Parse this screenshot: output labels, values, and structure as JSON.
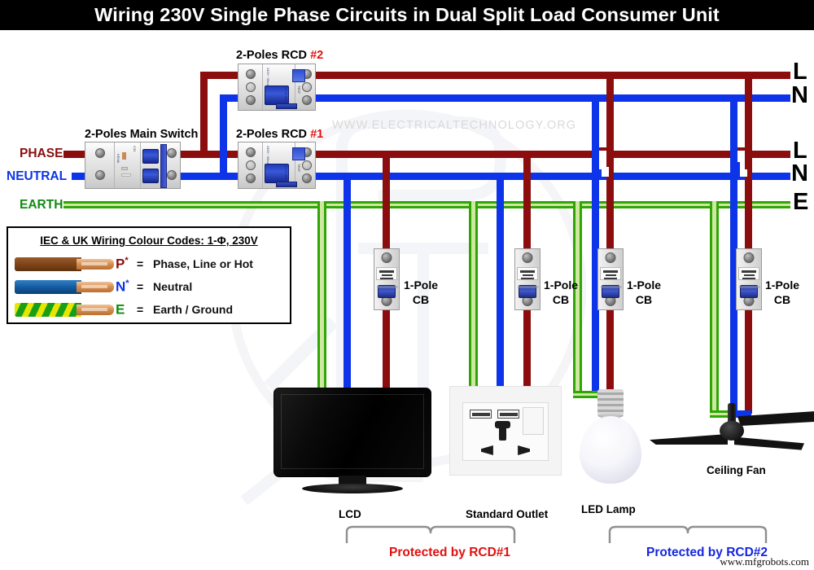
{
  "title": "Wiring 230V Single Phase Circuits in Dual Split Load Consumer Unit",
  "watermark": {
    "site": "WWW.ELECTRICALTECHNOLOGY.ORG",
    "credit": "www.mfgrobots.com"
  },
  "supply_labels": {
    "phase": "PHASE",
    "neutral": "NEUTRAL",
    "earth": "EARTH"
  },
  "rail_labels": {
    "top": [
      "L",
      "N"
    ],
    "bottom": [
      "L",
      "N",
      "E"
    ]
  },
  "devices": {
    "main_switch": "2-Poles Main Switch",
    "rcd1_prefix": "2-Poles RCD ",
    "rcd1_hash": "#1",
    "rcd2_prefix": "2-Poles RCD ",
    "rcd2_hash": "#2",
    "breakers": [
      {
        "line1": "1-Pole",
        "line2": "CB"
      },
      {
        "line1": "1-Pole",
        "line2": "CB"
      },
      {
        "line1": "1-Pole",
        "line2": "CB"
      },
      {
        "line1": "1-Pole",
        "line2": "CB"
      }
    ]
  },
  "loads": [
    {
      "name": "LCD"
    },
    {
      "name": "Standard Outlet"
    },
    {
      "name": "LED Lamp"
    },
    {
      "name": "Ceiling Fan"
    }
  ],
  "groups": {
    "rcd1": "Protected by RCD#1",
    "rcd2": "Protected by RCD#2"
  },
  "legend": {
    "title": "IEC & UK Wiring Colour Codes: 1-Φ, 230V",
    "rows": [
      {
        "symbol": "P",
        "star": "*",
        "eq": "=",
        "text": "Phase, Line or  Hot",
        "color": "#8B0D0D",
        "cable": "brown"
      },
      {
        "symbol": "N",
        "star": "*",
        "eq": "=",
        "text": "Neutral",
        "color": "#0D34E8",
        "cable": "blue"
      },
      {
        "symbol": "E",
        "star": "",
        "eq": "=",
        "text": "Earth / Ground",
        "color": "#128A12",
        "cable": "green-yellow"
      }
    ]
  },
  "colors": {
    "phase": "#8B0D0D",
    "neutral": "#0D34E8",
    "earth_green": "#2FA606",
    "earth_yellow": "#E8E800",
    "title_bg": "#000000",
    "rcd1_accent": "#E21010",
    "rcd2_accent": "#1526E0"
  }
}
